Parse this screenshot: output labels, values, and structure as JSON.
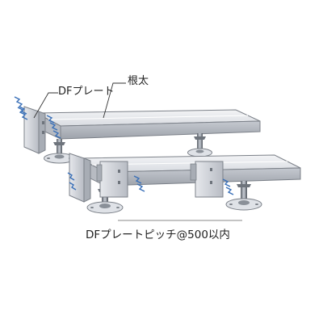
{
  "labels": {
    "df_plate": "DFプレート",
    "joist": "根太",
    "pitch_note": "DFプレートピッチ@500以内"
  }
}
